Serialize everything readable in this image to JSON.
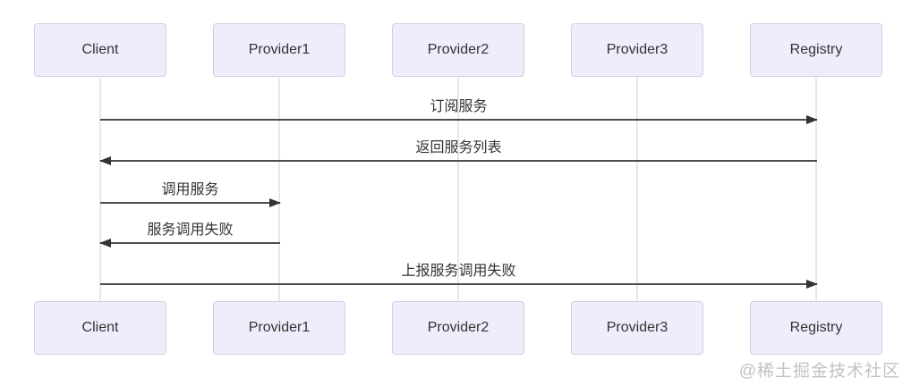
{
  "diagram": {
    "type": "sequence-diagram",
    "actors": [
      {
        "label": "Client"
      },
      {
        "label": "Provider1"
      },
      {
        "label": "Provider2"
      },
      {
        "label": "Provider3"
      },
      {
        "label": "Registry"
      }
    ],
    "messages": [
      {
        "label": "订阅服务",
        "from": "Client",
        "to": "Registry",
        "direction": "right"
      },
      {
        "label": "返回服务列表",
        "from": "Registry",
        "to": "Client",
        "direction": "left"
      },
      {
        "label": "调用服务",
        "from": "Client",
        "to": "Provider1",
        "direction": "right"
      },
      {
        "label": "服务调用失败",
        "from": "Provider1",
        "to": "Client",
        "direction": "left"
      },
      {
        "label": "上报服务调用失败",
        "from": "Client",
        "to": "Registry",
        "direction": "right"
      }
    ],
    "colors": {
      "actor_background": "#ededfb",
      "actor_border": "#cfcfe4",
      "arrow": "#4d4d4d",
      "lifeline": "#e7e7e7",
      "text": "#333333",
      "watermark": "#c2c2c2"
    }
  },
  "watermark": {
    "text": "@稀土掘金技术社区"
  }
}
